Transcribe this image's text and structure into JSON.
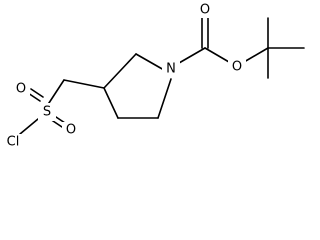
{
  "structure": {
    "atoms": {
      "chlorine": "Cl",
      "sulfur": "S",
      "sulfonyl_oxygen_top": "O",
      "sulfonyl_oxygen_bottom": "O",
      "ring_nitrogen": "N",
      "carbonyl_oxygen": "O",
      "ester_oxygen": "O"
    }
  }
}
